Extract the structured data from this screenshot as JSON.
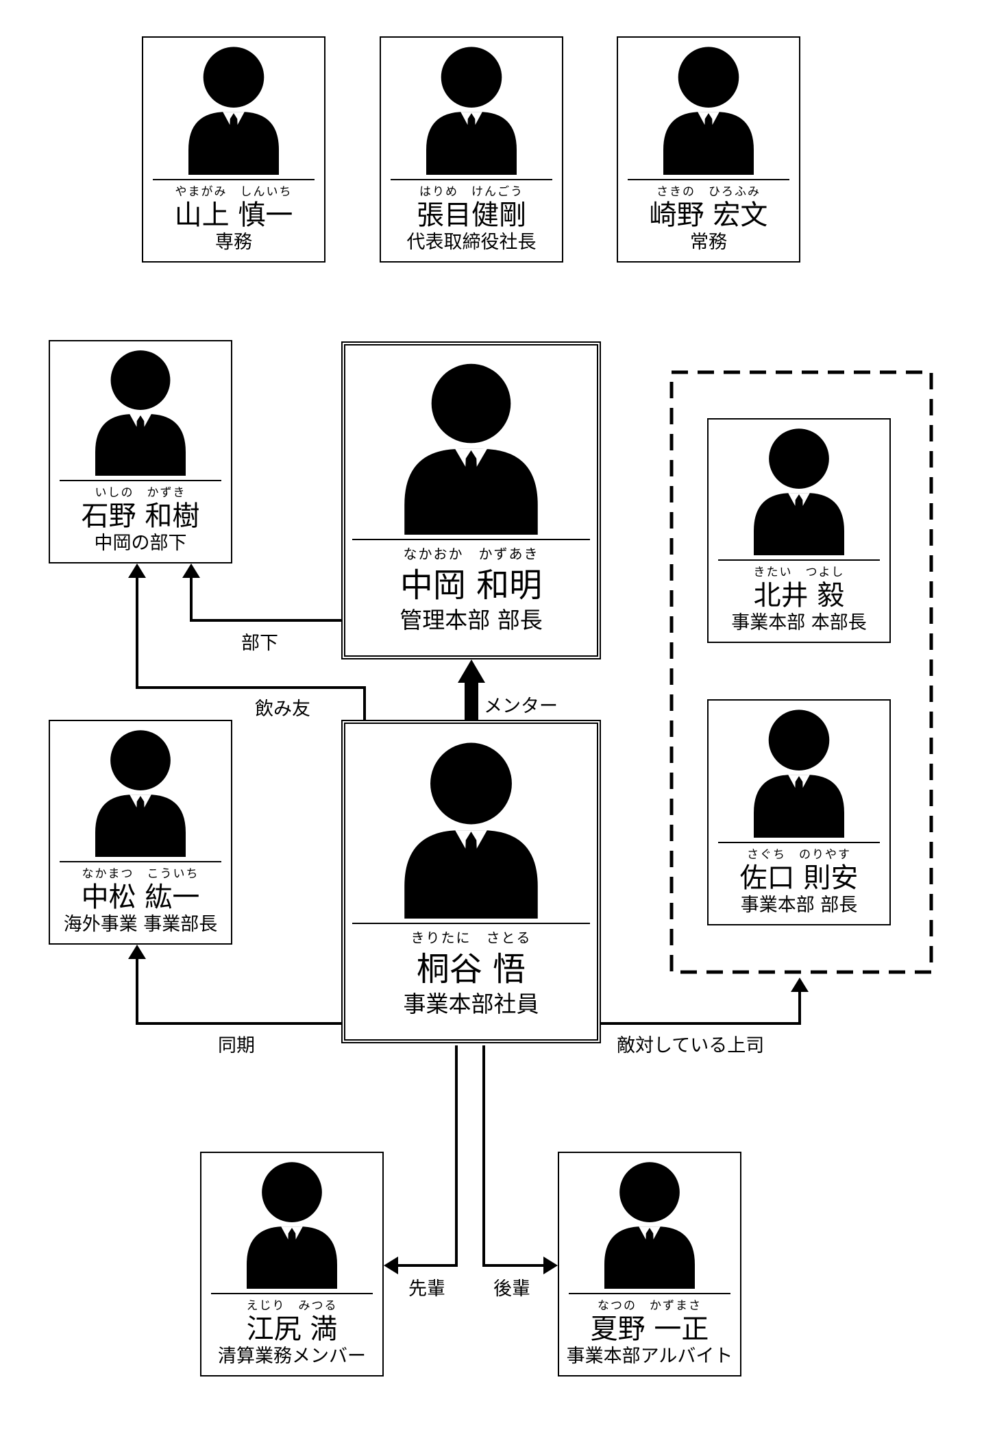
{
  "people": {
    "yamagami": {
      "furigana": "やまがみ　しんいち",
      "name": "山上 慎一",
      "title": "専務"
    },
    "harime": {
      "furigana": "はりめ　けんごう",
      "name": "張目健剛",
      "title": "代表取締役社長"
    },
    "sakino": {
      "furigana": "さきの　ひろふみ",
      "name": "崎野 宏文",
      "title": "常務"
    },
    "ishino": {
      "furigana": "いしの　かずき",
      "name": "石野 和樹",
      "title": "中岡の部下"
    },
    "nakaoka": {
      "furigana": "なかおか　かずあき",
      "name": "中岡 和明",
      "title": "管理本部 部長"
    },
    "kitai": {
      "furigana": "きたい　つよし",
      "name": "北井 毅",
      "title": "事業本部 本部長"
    },
    "nakamatsu": {
      "furigana": "なかまつ　こういち",
      "name": "中松 紘一",
      "title": "海外事業 事業部長"
    },
    "kiritani": {
      "furigana": "きりたに　さとる",
      "name": "桐谷 悟",
      "title": "事業本部社員"
    },
    "saguchi": {
      "furigana": "さぐち　のりやす",
      "name": "佐口 則安",
      "title": "事業本部 部長"
    },
    "ejiri": {
      "furigana": "えじり　みつる",
      "name": "江尻 満",
      "title": "清算業務メンバー"
    },
    "natsuno": {
      "furigana": "なつの　かずまさ",
      "name": "夏野 一正",
      "title": "事業本部アルバイト"
    }
  },
  "relations": {
    "subordinate": "部下",
    "drinking_buddy": "飲み友",
    "mentor": "メンター",
    "same_cohort": "同期",
    "hostile_boss": "敵対している上司",
    "senior": "先輩",
    "junior": "後輩"
  }
}
